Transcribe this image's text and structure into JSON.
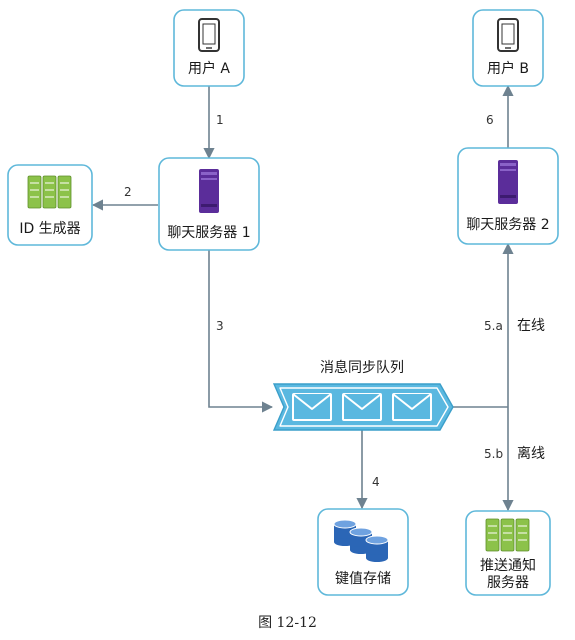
{
  "nodes": {
    "user_a": "用户 A",
    "user_b": "用户 B",
    "id_gen": "ID 生成器",
    "chat_server_1": "聊天服务器 1",
    "chat_server_2": "聊天服务器 2",
    "queue": "消息同步队列",
    "kv_store": "键值存储",
    "push_line1": "推送通知",
    "push_line2": "服务器"
  },
  "steps": {
    "s1": "1",
    "s2": "2",
    "s3": "3",
    "s4": "4",
    "s5a": "5.a",
    "s5a_text": "在线",
    "s5b": "5.b",
    "s5b_text": "离线",
    "s6": "6"
  },
  "caption": "图 12-12",
  "colors": {
    "box_border": "#5fb8da",
    "box_fill": "#ffffff",
    "arrow": "#6e8290",
    "server_purple": "#5b2d9a",
    "server_green": "#8cc24a",
    "db_blue": "#2b66b6"
  }
}
